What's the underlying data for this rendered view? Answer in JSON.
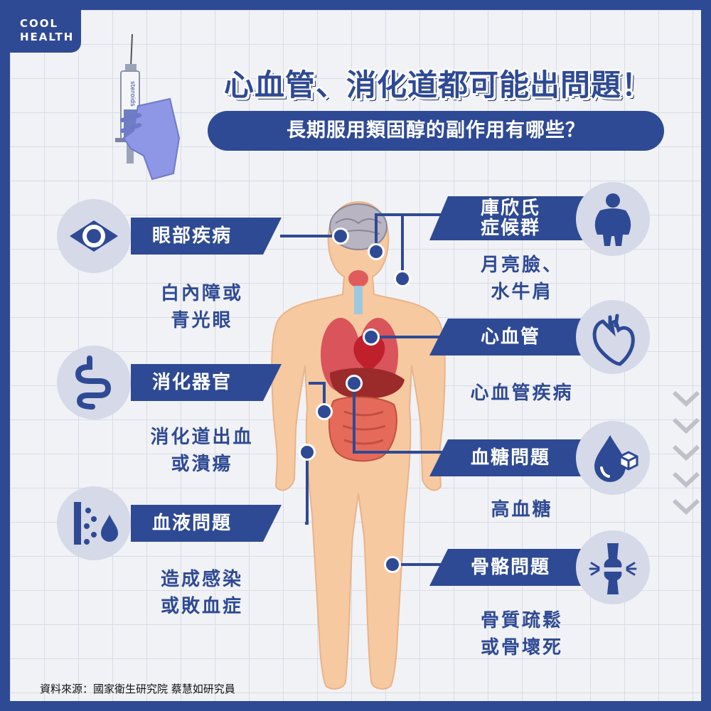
{
  "brand": {
    "line1": "COOL",
    "line2": "HEALTH"
  },
  "title": "心血管、消化道都可能出問題！",
  "subtitle": "長期服用類固醇的副作用有哪些？",
  "left_items": [
    {
      "label": "眼部疾病",
      "desc1": "白內障或",
      "desc2": "青光眼",
      "icon": "eye-icon"
    },
    {
      "label": "消化器官",
      "desc1": "消化道出血",
      "desc2": "或潰瘍",
      "icon": "intestine-icon"
    },
    {
      "label": "血液問題",
      "desc1": "造成感染",
      "desc2": "或敗血症",
      "icon": "blood-vessel-icon"
    }
  ],
  "right_items": [
    {
      "label1": "庫欣氏",
      "label2": "症候群",
      "desc1": "月亮臉、",
      "desc2": "水牛肩",
      "icon": "obese-body-icon"
    },
    {
      "label1": "心血管",
      "desc1": "心血管疾病",
      "icon": "heart-icon"
    },
    {
      "label1": "血糖問題",
      "desc1": "高血糖",
      "icon": "blood-sugar-drop-icon"
    },
    {
      "label1": "骨骼問題",
      "desc1": "骨質疏鬆",
      "desc2": "或骨壞死",
      "icon": "bone-joint-icon"
    }
  ],
  "syringe_text": "steroids",
  "source": "資料來源：國家衛生研究院 蔡慧如研究員",
  "colors": {
    "primary": "#2f4a94",
    "circle": "#d5d9e8",
    "skin": "#f6c9a1",
    "background": "#f1f2f6"
  }
}
